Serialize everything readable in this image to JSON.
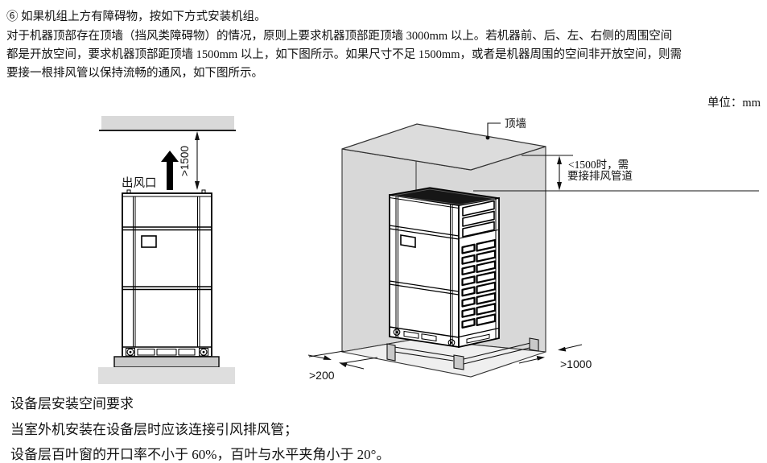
{
  "header": {
    "item_line": "⑥ 如果机组上方有障碍物，按如下方式安装机组。",
    "paragraph_lines": [
      "对于机器顶部存在顶墙（挡风类障碍物）的情况，原则上要求机器顶部距顶墙 3000mm 以上。若机器前、后、左、右侧的周围空间",
      "都是开放空间，要求机器顶部距顶墙 1500mm 以上，如下图所示。如果尺寸不足 1500mm，或者是机器周围的空间非开放空间，则需",
      "要接一根排风管以保持流畅的通风，如下图所示。"
    ],
    "unit_note": "单位：mm"
  },
  "front_view_diagram": {
    "air_outlet_label": "出风口",
    "top_clearance_label": ">1500"
  },
  "iso_view_diagram": {
    "ceiling_label": "顶墙",
    "duct_note_line1": "<1500时，需",
    "duct_note_line2": "要接排风管道",
    "side_clearance_label": ">200",
    "front_clearance_label": ">1000"
  },
  "footer": {
    "lines": [
      "设备层安装空间要求",
      "当室外机安装在设备层时应该连接引风排风管；",
      "设备层百叶窗的开口率不小于 60%，百叶与水平夹角小于 20°。"
    ]
  },
  "colors": {
    "wall_gray": "#d8d8d8",
    "ceiling_gray": "#dcdcdc",
    "floor_gray": "#efefef",
    "pedestal_gray": "#c9c9c9",
    "slab_gray": "#dedede",
    "band_gray": "#d9d9d9",
    "unit_top_dark": "#161616",
    "line_color": "#111111"
  }
}
